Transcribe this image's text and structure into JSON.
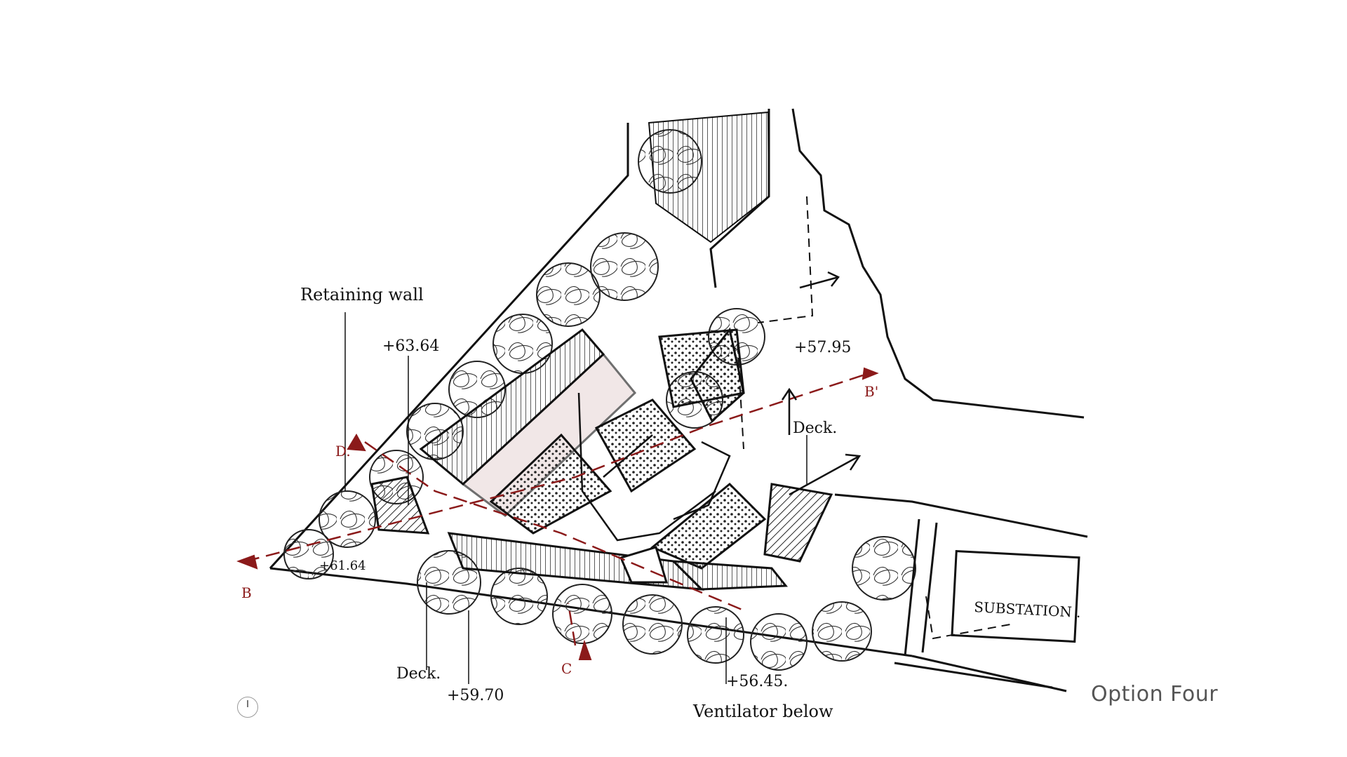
{
  "slide": {
    "caption": "Option Four"
  },
  "sketch": {
    "labels": {
      "retaining_wall": "Retaining wall",
      "level_6364": "+63.64",
      "level_5795": "+57.95",
      "deck_right": "Deck.",
      "deck_left": "Deck.",
      "level_5970": "+59.70",
      "level_5645": "+56.45.",
      "ventilator": "Ventilator below",
      "substation": "SUBSTATION .",
      "level_6164": "+61.64"
    },
    "section_marks": {
      "b": "B",
      "b_prime": "B'",
      "c": "C",
      "d": "D."
    }
  },
  "controls": {
    "power_icon": "power-icon"
  },
  "colors": {
    "ink": "#111111",
    "section_red": "#8b1a1a",
    "caption": "#555555"
  }
}
